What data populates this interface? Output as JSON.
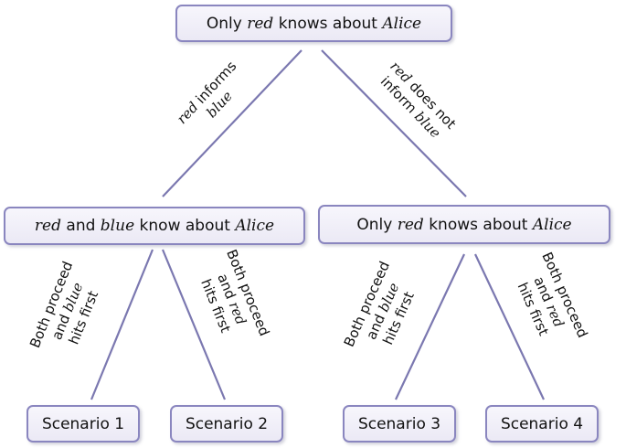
{
  "nodes": {
    "root": {
      "pre": "Only ",
      "a1": "red",
      "mid": " knows about ",
      "a2": "Alice"
    },
    "left": {
      "a1": "red",
      "mid1": " and ",
      "a2": "blue",
      "mid2": " know about ",
      "a3": "Alice"
    },
    "right": {
      "pre": "Only ",
      "a1": "red",
      "mid": " knows about ",
      "a2": "Alice"
    },
    "scenarios": [
      "Scenario 1",
      "Scenario 2",
      "Scenario 3",
      "Scenario 4"
    ]
  },
  "edge_labels": {
    "root_left": {
      "line1_actor": "red",
      "line1_rest": " informs",
      "line2_actor": "blue"
    },
    "root_right": {
      "line1_actor": "red",
      "line1_rest": " does not",
      "line2_pre": "inform ",
      "line2_actor": "blue"
    },
    "left_s1": {
      "line1": "Both proceed",
      "line2_pre": "and ",
      "line2_actor": "blue",
      "line3": "hits first"
    },
    "left_s2": {
      "line1": "Both proceed",
      "line2_pre": "and ",
      "line2_actor": "red",
      "line3": "hits first"
    },
    "right_s3": {
      "line1": "Both proceed",
      "line2_pre": "and ",
      "line2_actor": "blue",
      "line3": "hits first"
    },
    "right_s4": {
      "line1": "Both proceed",
      "line2_pre": "and ",
      "line2_actor": "red",
      "line3": "hits first"
    }
  },
  "colors": {
    "edge": "#7b78b0",
    "node_border": "#8a86bf",
    "node_fill": "#efedf8",
    "text": "#111111"
  }
}
